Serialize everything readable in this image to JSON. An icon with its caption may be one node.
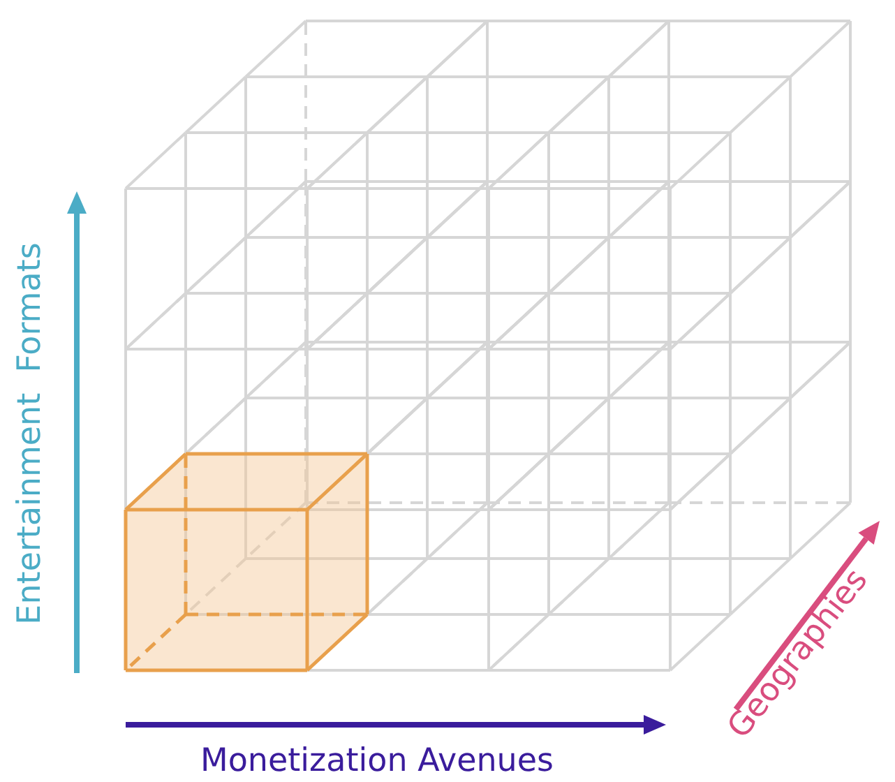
{
  "diagram": {
    "labels": [
      "Entertainment  Formats",
      "Monetization Avenues",
      "Geographies"
    ]
  }
}
